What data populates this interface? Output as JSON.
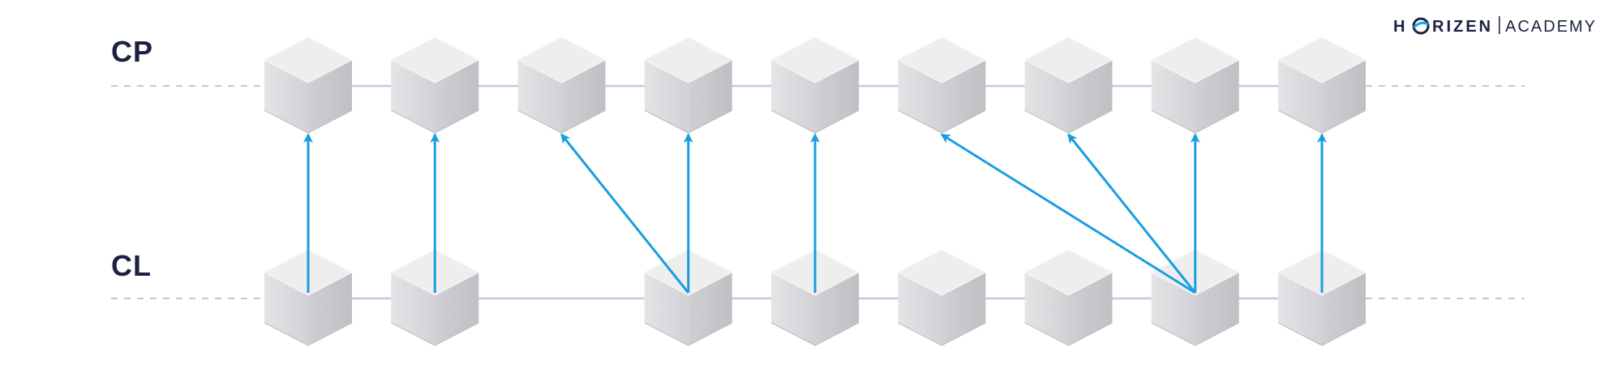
{
  "brand": {
    "part1": "H",
    "part2": "RIZEN",
    "part3": "ACADEMY",
    "color": "#1b2140",
    "accent": "#1aa3e8"
  },
  "rows": {
    "cp": {
      "label": "CP"
    },
    "cl": {
      "label": "CL"
    }
  },
  "colors": {
    "arrow": "#1a9ee0",
    "chain_line": "#c9c6dc",
    "dashed_line": "#c7c7c7",
    "block_top": "#eeeeef",
    "block_left": "#d9d9dc",
    "block_right": "#c9c9cd"
  },
  "diagram": {
    "columns": 9,
    "cp_blocks": [
      0,
      1,
      2,
      3,
      4,
      5,
      6,
      7,
      8
    ],
    "cl_blocks": [
      0,
      1,
      3,
      4,
      5,
      6,
      7,
      8
    ],
    "arrows": [
      {
        "from_cl": 0,
        "to_cp": 0
      },
      {
        "from_cl": 1,
        "to_cp": 1
      },
      {
        "from_cl": 3,
        "to_cp": 2
      },
      {
        "from_cl": 3,
        "to_cp": 3
      },
      {
        "from_cl": 4,
        "to_cp": 4
      },
      {
        "from_cl": 7,
        "to_cp": 5
      },
      {
        "from_cl": 7,
        "to_cp": 6
      },
      {
        "from_cl": 7,
        "to_cp": 7
      },
      {
        "from_cl": 8,
        "to_cp": 8
      }
    ]
  }
}
